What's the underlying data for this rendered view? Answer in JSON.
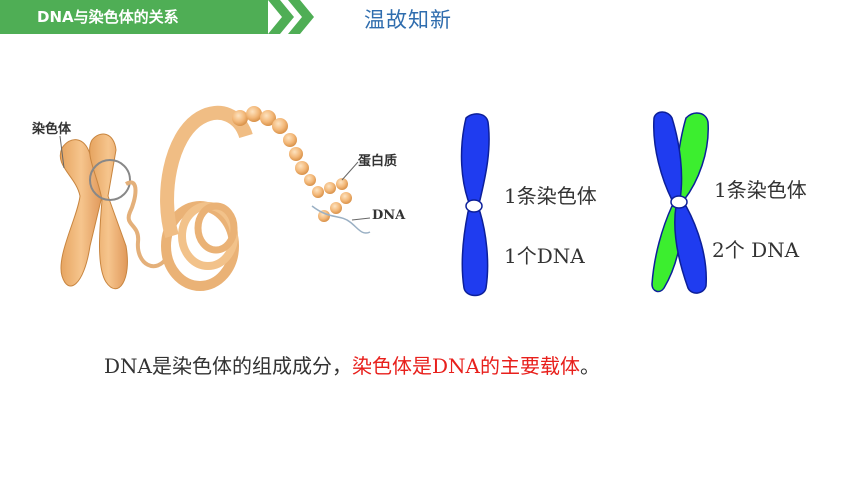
{
  "header": {
    "banner_title": "DNA与染色体的关系",
    "slide_title": "温故知新",
    "accent_color": "#4fae55"
  },
  "illustration": {
    "label_chromosome": "染色体",
    "label_protein": "蛋白质",
    "label_dna": "DNA"
  },
  "diagram_single": {
    "line1": "1条染色体",
    "line2": "1个DNA",
    "color": "#1f3cf0"
  },
  "diagram_double": {
    "line1": "1条染色体",
    "line2": "2个 DNA",
    "color_primary": "#1f3cf0",
    "color_secondary": "#3cee2f"
  },
  "caption": {
    "part1": "DNA是染色体的组成成分，",
    "part2": "染色体是DNA的主要载体",
    "part3": "。",
    "highlight_color": "#e8201c"
  }
}
